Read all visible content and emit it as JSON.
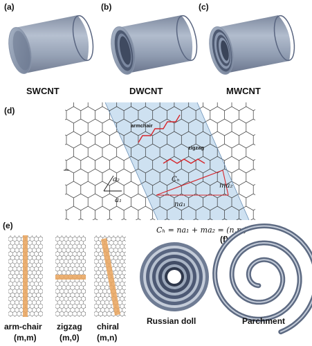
{
  "colors": {
    "tube_fill": "#8f9cb2",
    "tube_dark": "#5d6a82",
    "tube_light": "#c5cedc",
    "sheet_fill": "#c9def0",
    "chiral_red": "#d6262c",
    "band_orange": "#e9a35c"
  },
  "panels": {
    "a": {
      "label": "(a)",
      "caption": "SWCNT"
    },
    "b": {
      "label": "(b)",
      "caption": "DWCNT"
    },
    "c": {
      "label": "(c)",
      "caption": "MWCNT"
    },
    "d": {
      "label": "(d)",
      "armchair": "armchair",
      "zigzag": "zigzag",
      "a2": "a₂",
      "a1": "a₁",
      "ch": "Cₕ",
      "ma2": "ma₂",
      "na1": "na₁",
      "equation": "Cₕ = na₁ + ma₂ = (n,m)"
    },
    "e": {
      "label": "(e)",
      "tubes": [
        {
          "name": "arm-chair",
          "index": "(m,m)"
        },
        {
          "name": "zigzag",
          "index": "(m,0)"
        },
        {
          "name": "chiral",
          "index": "(m,n)"
        }
      ]
    },
    "f": {
      "label": "(f)",
      "left_caption": "Russian doll",
      "right_caption": "Parchment"
    }
  }
}
